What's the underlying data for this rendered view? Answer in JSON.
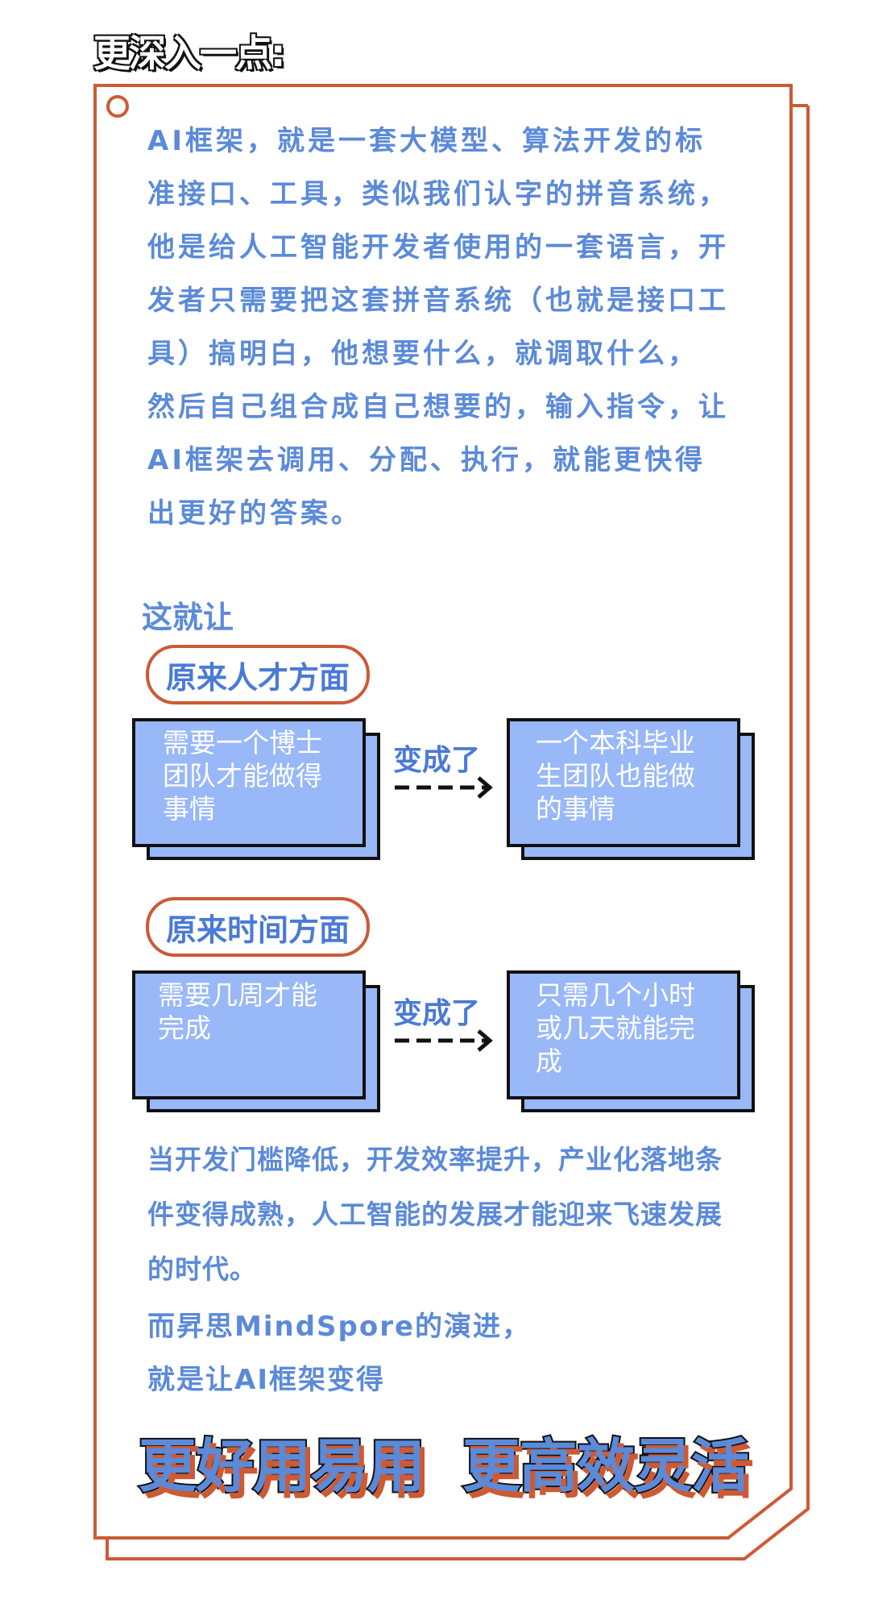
{
  "header": {
    "title": "更深入一点:"
  },
  "intro": {
    "lines": [
      "AI框架，就是一套大模型、算法开发的标",
      "准接口、工具，类似我们认字的拼音系统，",
      "他是给人工智能开发者使用的一套语言，开",
      "发者只需要把这套拼音系统（也就是接口工",
      "具）搞明白，他想要什么，就调取什么，",
      "然后自己组合成自己想要的，输入指令，让",
      "AI框架去调用、分配、执行，就能更快得",
      "出更好的答案。"
    ]
  },
  "subheading": "这就让",
  "comparisons": [
    {
      "label": "原来人才方面",
      "before": "需要一个博士团队才能做得事情",
      "arrow": "变成了",
      "after": "一个本科毕业生团队也能做的事情"
    },
    {
      "label": "原来时间方面",
      "before": "需要几周才能完成",
      "arrow": "变成了",
      "after": "只需几个小时或几天就能完成"
    }
  ],
  "conclusion": {
    "lines": [
      "当开发门槛降低，开发效率提升，产业化落地条",
      "件变得成熟，人工智能的发展才能迎来飞速发展",
      "的时代。"
    ],
    "mindspore_lines": [
      "而昇思MindSpore的演进，",
      "就是让AI框架变得"
    ]
  },
  "slogans": [
    "更好用易用",
    "更高效灵活"
  ],
  "colors": {
    "accent": "#cc5a35",
    "text_blue": "#5b8ad9",
    "card_fill": "#98b8f8"
  }
}
